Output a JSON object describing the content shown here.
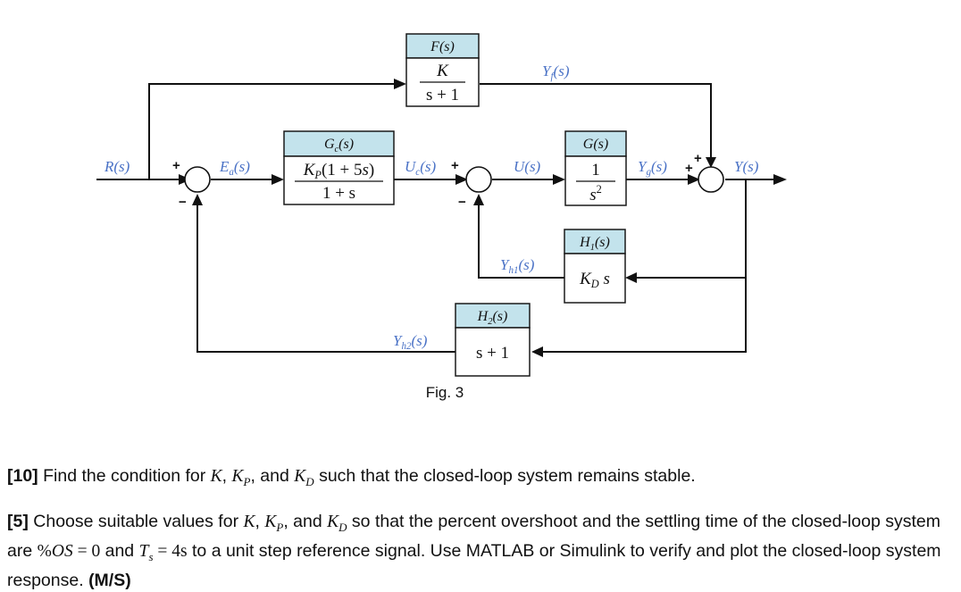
{
  "figure": {
    "caption": "Fig. 3",
    "signals": {
      "R": "R(s)",
      "Ea": "Ea(s)",
      "Uc": "Uc(s)",
      "U": "U(s)",
      "Yg": "Yg(s)",
      "Yf": "Yf(s)",
      "Y": "Y(s)",
      "Yh1": "Yh1(s)",
      "Yh2": "Yh2(s)"
    },
    "blocks": {
      "F": {
        "title": "F(s)",
        "numerator": "K",
        "denominator": "s + 1"
      },
      "Gc": {
        "title": "Gc(s)",
        "numerator": "KP(1 + 5s)",
        "denominator": "1 + s"
      },
      "G": {
        "title": "G(s)",
        "numerator": "1",
        "denominator": "s^2"
      },
      "H1": {
        "title": "H1(s)",
        "expression": "KD s"
      },
      "H2": {
        "title": "H2(s)",
        "expression": "s + 1"
      }
    },
    "summing_junctions": {
      "sum1": {
        "inputs": [
          "+",
          "−"
        ]
      },
      "sum2": {
        "inputs": [
          "+",
          "−"
        ]
      },
      "sum3": {
        "inputs": [
          "+",
          "+"
        ]
      }
    }
  },
  "questions": [
    {
      "points": "[10]",
      "text_a": " Find the condition for ",
      "text_b": ", and ",
      "text_c": " such that the closed-loop system remains stable."
    },
    {
      "points": "[5]",
      "text_a": " Choose suitable values for ",
      "text_b": ", and ",
      "text_c": " so that the percent overshoot and the settling time of the closed-loop system are ",
      "os_value": "0",
      "ts_value": "4s",
      "text_d": " to a unit step reference signal. Use MATLAB or Simulink to verify and plot the closed-loop system response. ",
      "tag": "(M/S)"
    }
  ]
}
